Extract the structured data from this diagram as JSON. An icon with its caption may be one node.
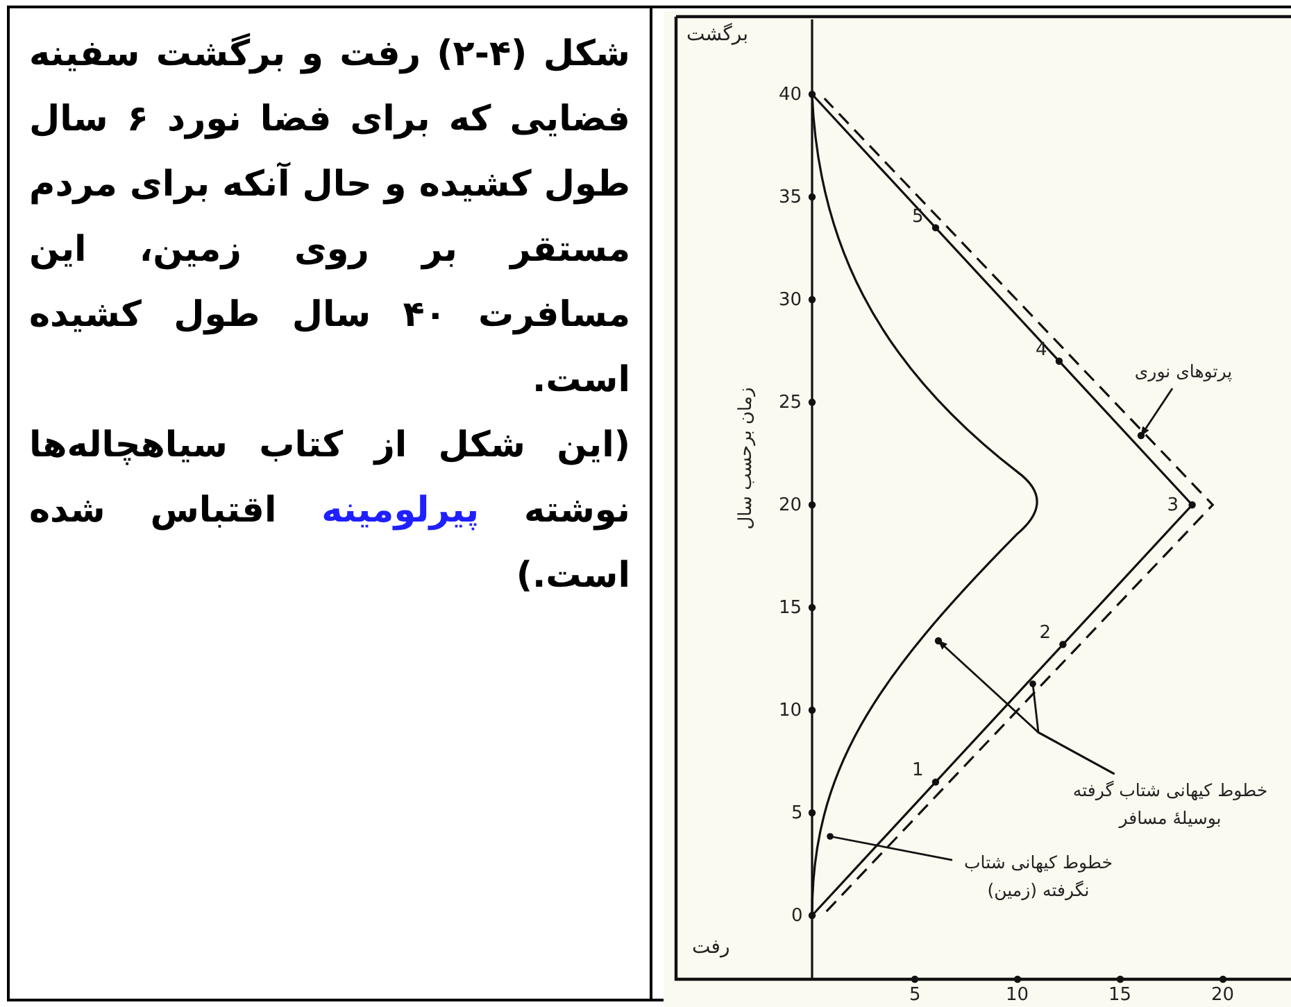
{
  "diagram": {
    "caption": "شکل (۴-۲) رفت و برگشت سفینه فضایی که برای فضا نورد ۶ سال طول کشیده و حال آنکه برای مردم مستقر بر روی زمین، این مسافرت ۴۰ سال طول کشیده است.",
    "nodes": [
      {
        "text": [
          "پرتوهای نوری"
        ]
      },
      {
        "text": [
          "خطوط کیهانی شتاب گرفته بوسیلهٔ مسافر"
        ]
      },
      {
        "text": [
          "خطوط کیهانی شتاب نگرفته (زمین)"
        ]
      }
    ],
    "edges": [
      {
        "from": 0,
        "to": null,
        "arrow": "to"
      },
      {
        "from": 1,
        "to": null,
        "arrow": "to"
      },
      {
        "from": 1,
        "to": null,
        "arrow": "other"
      },
      {
        "from": 2,
        "to": null,
        "arrow": "other"
      }
    ],
    "labels": [
      "برگشت",
      "40",
      "35",
      "30",
      "25",
      "20",
      "15",
      "10",
      "5",
      "0",
      "زمان برحسب سال",
      "5",
      "4",
      "3",
      "2",
      "1",
      "رفت",
      "5",
      "10",
      "15",
      "20",
      "(این شکل از کتاب سیاهچاله‌ها نوشته",
      "پیرلومینه",
      "اقتباس شده است.)"
    ]
  }
}
